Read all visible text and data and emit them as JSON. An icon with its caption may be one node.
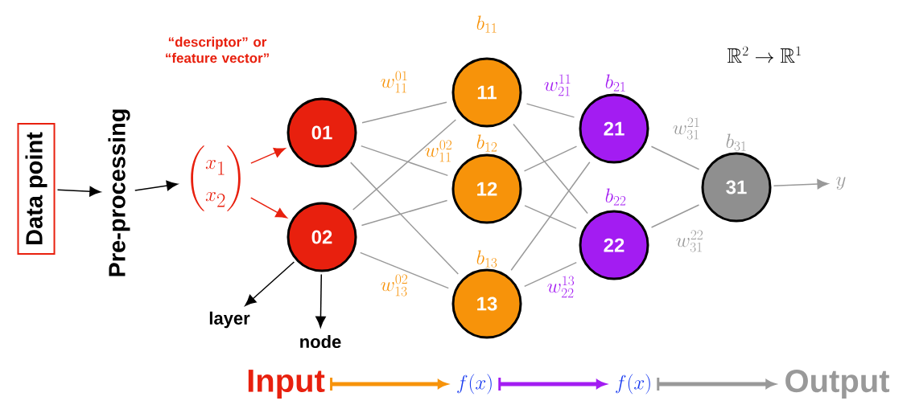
{
  "diagram": {
    "nodes": [
      {
        "text": [
          "Data point"
        ]
      },
      {
        "text": [
          "Pre-processing"
        ]
      },
      {
        "text": [
          "\\begin{pmatrix}x_1\\\\x_2\\end{pmatrix}"
        ]
      },
      {
        "text": [
          "01"
        ]
      },
      {
        "text": [
          "02"
        ]
      },
      {
        "text": [
          "11"
        ],
        "beside": [
          "b_{11}"
        ]
      },
      {
        "text": [
          "12"
        ],
        "beside": [
          "b_{12}"
        ]
      },
      {
        "text": [
          "13"
        ],
        "beside": [
          "b_{13}"
        ]
      },
      {
        "text": [
          "21"
        ],
        "beside": [
          "b_{21}"
        ]
      },
      {
        "text": [
          "22"
        ],
        "beside": [
          "b_{22}"
        ]
      },
      {
        "text": [
          "31"
        ],
        "beside": [
          "b_{31}"
        ]
      },
      {
        "text": [
          "y"
        ]
      },
      {
        "text": [
          "layer"
        ]
      },
      {
        "text": [
          "node"
        ]
      },
      {
        "text": [
          "Input"
        ]
      },
      {
        "text": [
          "f(x)"
        ]
      },
      {
        "text": [
          "f(x)"
        ]
      },
      {
        "text": [
          "Output"
        ]
      }
    ],
    "edges": [
      {
        "from": 0,
        "to": 1,
        "arrow": "to",
        "color": "#000000"
      },
      {
        "from": 1,
        "to": 2,
        "arrow": "to",
        "color": "#000000"
      },
      {
        "from": 2,
        "to": 3,
        "arrow": "to",
        "color": "#e8200e"
      },
      {
        "from": 2,
        "to": 4,
        "arrow": "to",
        "color": "#e8200e"
      },
      {
        "from": 3,
        "to": 5,
        "arrow": "none"
      },
      {
        "from": 3,
        "to": 6,
        "arrow": "none"
      },
      {
        "from": 3,
        "to": 7,
        "arrow": "none"
      },
      {
        "from": 4,
        "to": 5,
        "arrow": "none"
      },
      {
        "from": 4,
        "to": 6,
        "arrow": "none"
      },
      {
        "from": 4,
        "to": 7,
        "arrow": "none"
      },
      {
        "from": 5,
        "to": 8,
        "arrow": "none"
      },
      {
        "from": 5,
        "to": 9,
        "arrow": "none"
      },
      {
        "from": 6,
        "to": 8,
        "arrow": "none"
      },
      {
        "from": 6,
        "to": 9,
        "arrow": "none"
      },
      {
        "from": 7,
        "to": 8,
        "arrow": "none"
      },
      {
        "from": 7,
        "to": 9,
        "arrow": "none"
      },
      {
        "from": 8,
        "to": 10,
        "arrow": "none"
      },
      {
        "from": 9,
        "to": 10,
        "arrow": "none"
      },
      {
        "from": 10,
        "to": 11,
        "arrow": "to"
      },
      {
        "from": 4,
        "to": 12,
        "arrow": "to",
        "color": "#000000"
      },
      {
        "from": 4,
        "to": 13,
        "arrow": "to",
        "color": "#000000"
      },
      {
        "from": 14,
        "to": 15,
        "arrow": "to",
        "style": "thick",
        "color": "#f7930a"
      },
      {
        "from": 15,
        "to": 16,
        "arrow": "to",
        "style": "thick",
        "color": "#a31cf2"
      },
      {
        "from": 16,
        "to": 17,
        "arrow": "to",
        "style": "thick"
      }
    ],
    "labels": [
      "“descriptor” or “feature vector”",
      "\\mathbb{R}^2 \\to \\mathbb{R}^1",
      "w_{11}^{01}",
      "w_{11}^{02}",
      "w_{13}^{02}",
      "w_{21}^{11}",
      "w_{22}^{13}",
      "w_{31}^{21}",
      "w_{31}^{22}"
    ]
  }
}
